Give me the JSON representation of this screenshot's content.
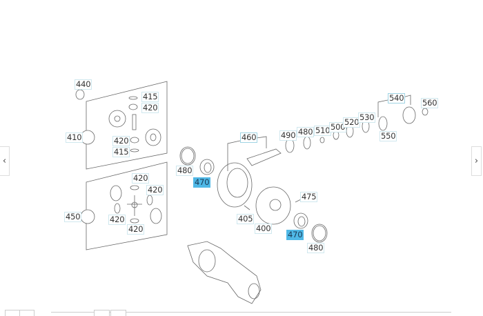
{
  "nav": {
    "prev_icon": "chevron-left-icon",
    "prev": "‹",
    "next_icon": "chevron-right-icon",
    "next": "›"
  },
  "highlight_color": "#4fb8e6",
  "callouts": [
    {
      "id": "440",
      "highlight": false
    },
    {
      "id": "415",
      "highlight": false
    },
    {
      "id": "420",
      "highlight": false
    },
    {
      "id": "410",
      "highlight": false
    },
    {
      "id": "420",
      "highlight": false
    },
    {
      "id": "415",
      "highlight": false
    },
    {
      "id": "480",
      "highlight": false
    },
    {
      "id": "470",
      "highlight": true
    },
    {
      "id": "420",
      "highlight": false
    },
    {
      "id": "420",
      "highlight": false
    },
    {
      "id": "450",
      "highlight": false
    },
    {
      "id": "420",
      "highlight": false
    },
    {
      "id": "420",
      "highlight": false
    },
    {
      "id": "460",
      "highlight": false
    },
    {
      "id": "490",
      "highlight": false
    },
    {
      "id": "480",
      "highlight": false
    },
    {
      "id": "510",
      "highlight": false
    },
    {
      "id": "500",
      "highlight": false
    },
    {
      "id": "520",
      "highlight": false
    },
    {
      "id": "530",
      "highlight": false
    },
    {
      "id": "540",
      "highlight": false
    },
    {
      "id": "560",
      "highlight": false
    },
    {
      "id": "550",
      "highlight": false
    },
    {
      "id": "475",
      "highlight": false
    },
    {
      "id": "405",
      "highlight": false
    },
    {
      "id": "400",
      "highlight": false
    },
    {
      "id": "470",
      "highlight": true
    },
    {
      "id": "480",
      "highlight": false
    }
  ]
}
